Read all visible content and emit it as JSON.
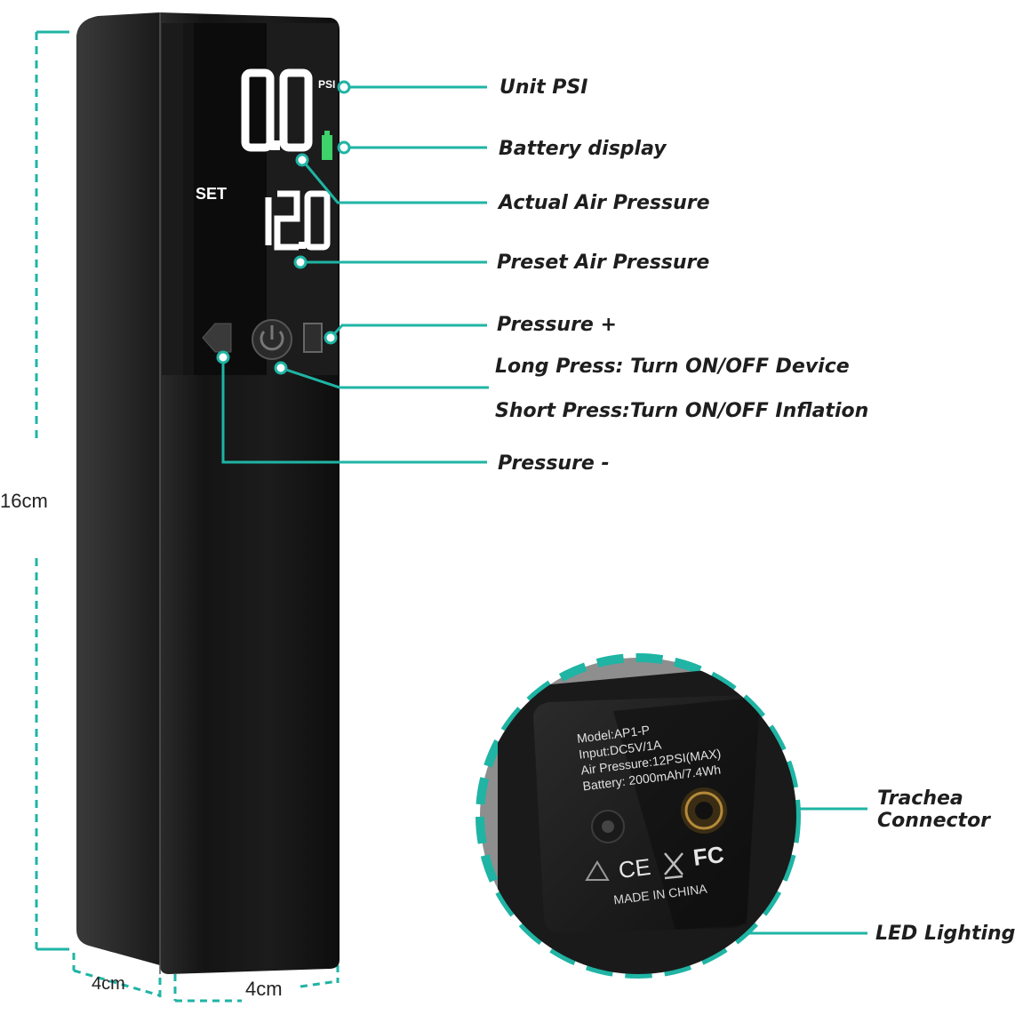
{
  "colors": {
    "accent": "#1fb4a4",
    "body": "#161616",
    "screen": "#0d0d0d",
    "digits": "#ffffff",
    "battery": "#3ed26a"
  },
  "display": {
    "actual_pressure": "0.0",
    "unit": "PSI",
    "set_label": "SET",
    "preset_pressure": "12.0"
  },
  "callouts": {
    "unit": "Unit PSI",
    "battery": "Battery display",
    "actual": "Actual Air Pressure",
    "preset": "Preset Air Pressure",
    "plus": "Pressure +",
    "long_press": "Long Press: Turn ON/OFF Device",
    "short_press": "Short Press:Turn ON/OFF Inflation",
    "minus": "Pressure -",
    "trachea_line1": "Trachea",
    "trachea_line2": "Connector",
    "led": "LED Lighting"
  },
  "dimensions": {
    "height": "16cm",
    "depth": "4cm",
    "width": "4cm"
  },
  "label_plate": {
    "model": "Model:AP1-P",
    "input": "Input:DC5V/1A",
    "air_pressure": "Air Pressure:12PSI(MAX)",
    "battery": "Battery: 2000mAh/7.4Wh",
    "made_in": "MADE IN CHINA",
    "ce": "CE",
    "fc": "FC"
  },
  "icons": [
    "power-icon",
    "triangle-left-icon",
    "battery-icon",
    "recycle-icon",
    "weee-bin-icon"
  ]
}
